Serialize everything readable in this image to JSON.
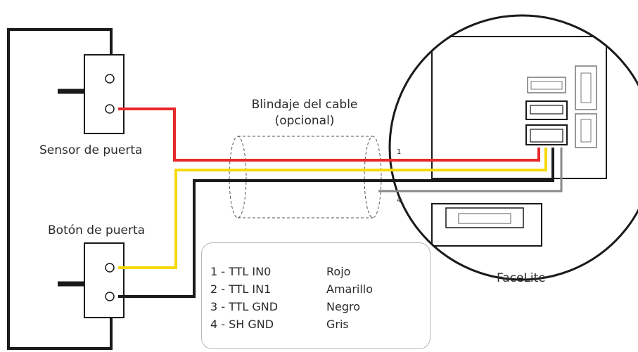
{
  "labels": {
    "sensor": "Sensor de puerta",
    "button": "Botón de puerta",
    "shield_line1": "Blindaje del cable",
    "shield_line2": "(opcional)",
    "device": "FaceLite",
    "pin_top": "1",
    "pin_bottom": "4"
  },
  "legend": [
    {
      "signal": "1 - TTL IN0",
      "color_name": "Rojo",
      "color": "#e8282b"
    },
    {
      "signal": "2 - TTL IN1",
      "color_name": "Amarillo",
      "color": "#f5d90a"
    },
    {
      "signal": "3 - TTL GND",
      "color_name": "Negro",
      "color": "#1a1a1a"
    },
    {
      "signal": "4 - SH GND",
      "color_name": "Gris",
      "color": "#888888"
    }
  ]
}
